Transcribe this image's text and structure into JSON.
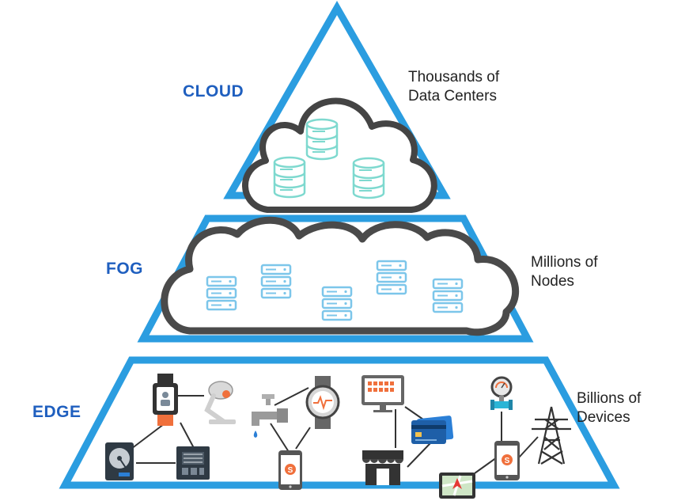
{
  "colors": {
    "pyramid": "#2b9de0",
    "cloud_outline": "#444444",
    "cloud_server": "#7ed9cf",
    "fog_server": "#7cc6ea",
    "label": "#1f5fbf",
    "device_dark": "#333333",
    "accent_orange": "#f0703c",
    "accent_blue": "#2b7fd6"
  },
  "tiers": {
    "cloud": {
      "label": "CLOUD",
      "caption_line1": "Thousands of",
      "caption_line2": "Data Centers"
    },
    "fog": {
      "label": "FOG",
      "caption_line1": "Millions of",
      "caption_line2": "Nodes"
    },
    "edge": {
      "label": "EDGE",
      "caption_line1": "Billions of",
      "caption_line2": "Devices"
    }
  },
  "icons": [
    "database-icon",
    "rack-server-icon",
    "smartwatch-icon",
    "desk-lamp-icon",
    "hard-drive-icon",
    "circuit-board-icon",
    "water-tap-icon",
    "fitness-watch-icon",
    "smartphone-icon",
    "monitor-icon",
    "credit-card-icon",
    "store-icon",
    "pressure-gauge-icon",
    "transmission-tower-icon",
    "gps-tablet-icon"
  ]
}
